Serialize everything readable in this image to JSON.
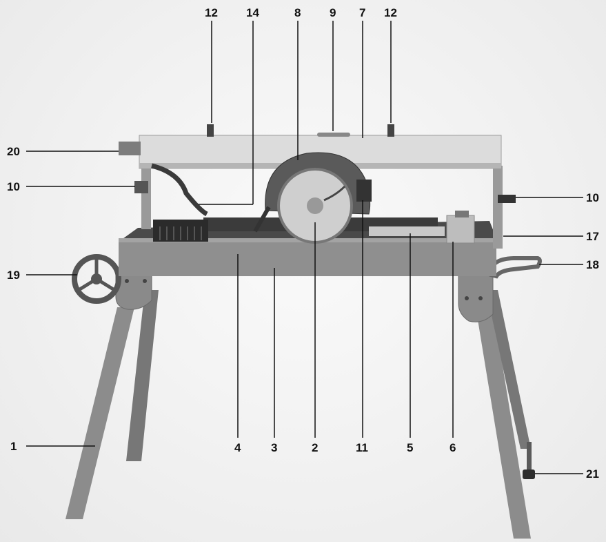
{
  "labels": {
    "l1": "1",
    "l2": "2",
    "l3": "3",
    "l4": "4",
    "l5": "5",
    "l6": "6",
    "l7": "7",
    "l8": "8",
    "l9": "9",
    "l10a": "10",
    "l10b": "10",
    "l11": "11",
    "l12a": "12",
    "l12b": "12",
    "l14": "14",
    "l17": "17",
    "l18": "18",
    "l19": "19",
    "l20": "20",
    "l21": "21"
  },
  "colors": {
    "frame": "#8e8e8e",
    "frame_dark": "#6f6f6f",
    "rail": "#d8d8d8",
    "tray_dark": "#3a3a3a",
    "leader": "#111111"
  }
}
